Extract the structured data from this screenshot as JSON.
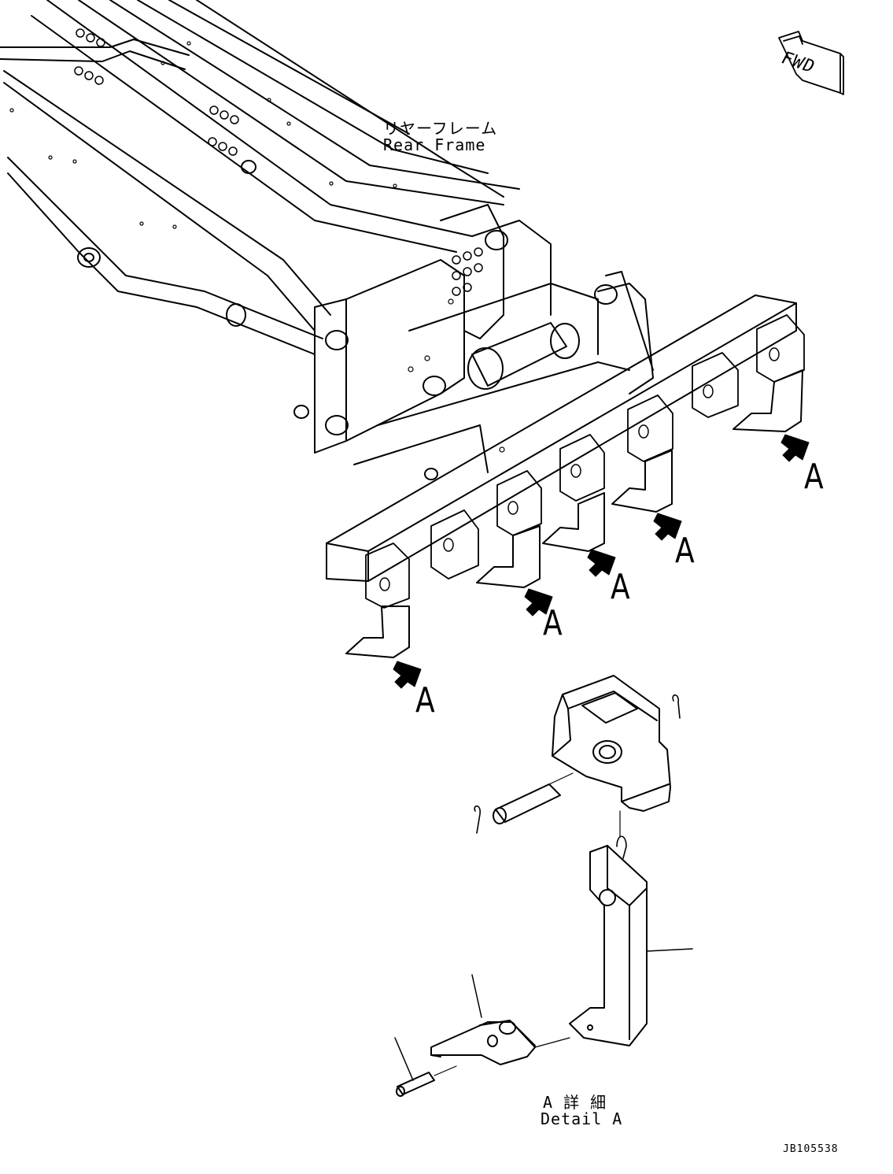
{
  "labels": {
    "rear_frame_jp": "リヤーフレーム",
    "rear_frame_en": "Rear Frame",
    "detail_jp": "A 詳 細",
    "detail_en": "Detail A",
    "fwd": "FWD",
    "drawing_code": "JB105538"
  },
  "callouts": [
    "A",
    "A",
    "A",
    "A",
    "A"
  ],
  "colors": {
    "line": "#000000",
    "background": "#ffffff"
  },
  "icons": [
    "fwd-arrow-icon",
    "callout-arrow-icon"
  ]
}
